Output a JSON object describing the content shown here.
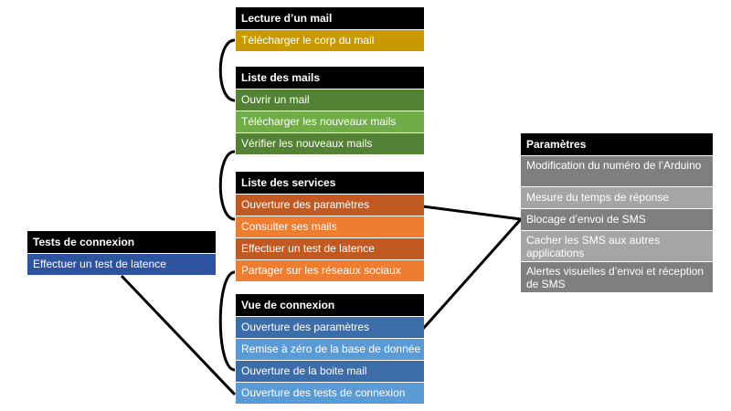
{
  "colors": {
    "header": "#000000",
    "mail_read": "#c99a00",
    "mail_list_dark": "#548235",
    "mail_list_light": "#70ad47",
    "services_dark": "#c05a22",
    "services_light": "#ed7d31",
    "connexion_dark": "#3d6da8",
    "connexion_light": "#5b9bd5",
    "tests": "#2e54a0",
    "params_dark": "#7f7f7f",
    "params_light": "#a5a5a5"
  },
  "lecture": {
    "title": "Lecture d’un mail",
    "items": [
      "Télécharger le corp du mail"
    ]
  },
  "liste_mails": {
    "title": "Liste des mails",
    "items": [
      "Ouvrir un mail",
      "Télécharger les nouveaux mails",
      "Vérifier les nouveaux mails"
    ]
  },
  "liste_services": {
    "title": "Liste des services",
    "items": [
      "Ouverture des paramètres",
      "Consulter ses mails",
      "Effectuer un test de latence",
      "Partager sur les réseaux sociaux"
    ]
  },
  "vue_connexion": {
    "title": "Vue de connexion",
    "items": [
      "Ouverture des paramètres",
      "Remise à zéro de la base de donnée",
      "Ouverture de la boite mail",
      "Ouverture des tests de connexion"
    ]
  },
  "tests_connexion": {
    "title": "Tests de connexion",
    "items": [
      "Effectuer un test de latence"
    ]
  },
  "parametres": {
    "title": "Paramètres",
    "items": [
      "Modification du numéro de l’Arduino",
      "Mesure du temps de réponse",
      "Blocage d’envoi de SMS",
      "Cacher les SMS aux autres applications",
      "Alertes visuelles d’envoi et réception de SMS"
    ]
  }
}
